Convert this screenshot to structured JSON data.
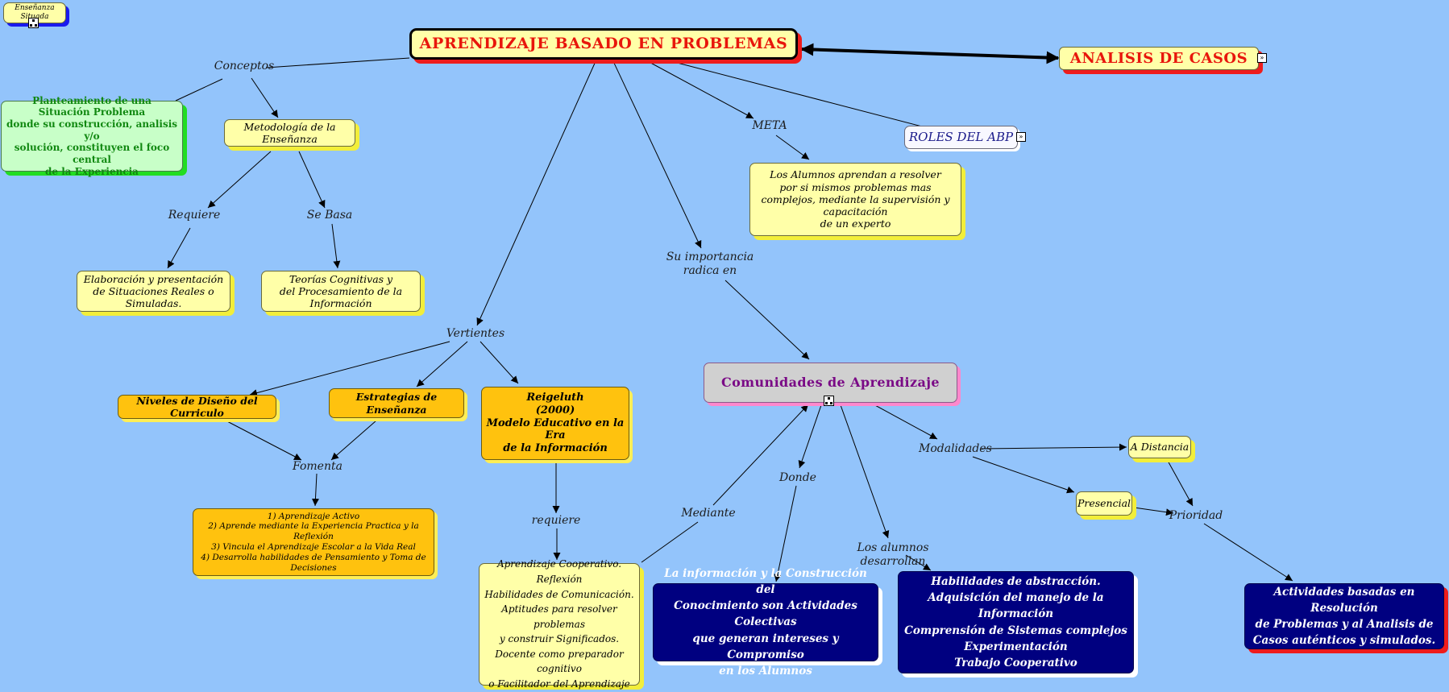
{
  "corner_box": {
    "label": "Enseñanza Situada"
  },
  "title": "APRENDIZAJE BASADO EN PROBLEMAS",
  "case_analysis": "ANALISIS DE CASOS",
  "roles": "ROLES DEL ABP",
  "links": {
    "conceptos": "Conceptos",
    "requiere": "Requiere",
    "se_basa": "Se Basa",
    "meta": "META",
    "su_importancia": "Su importancia\nradica en",
    "vertientes": "Vertientes",
    "fomenta": "Fomenta",
    "requiere2": "requiere",
    "mediante": "Mediante",
    "donde": "Donde",
    "alumnos_desarrollan": "Los alumnos desarrollan",
    "modalidades": "Modalidades",
    "prioridad": "Prioridad"
  },
  "nodes": {
    "planteamiento": "Planteamiento de una\nSituación Problema\ndonde su construcción, analisis y/o\nsolución, constituyen el foco central\nde la Experiencia",
    "metodologia": "Metodología de la Enseñanza",
    "elaboracion": "Elaboración y presentación\nde Situaciones Reales o Simuladas.",
    "teorias": "Teorías Cognitivas y\ndel Procesamiento de la Información",
    "meta_box": "Los Alumnos aprendan a resolver\npor si mismos problemas mas\ncomplejos, mediante la supervisión y capacitación\nde un experto",
    "niveles": "Niveles de Diseño del Curriculo",
    "estrategias": "Estrategias de Enseñanza",
    "reigeluth": "Reigeluth\n(2000)\nModelo Educativo en la Era\nde la Información",
    "fomenta_box": "1) Aprendizaje Activo\n2) Aprende mediante la Experiencia Practica y la Reflexión\n3) Vincula el Aprendizaje Escolar a la Vida Real\n4) Desarrolla habilidades de Pensamiento y Toma de Decisiones",
    "cooperativo": "Aprendizaje Cooperativo.\nReflexión\nHabilidades de Comunicación.\nAptitudes para resolver problemas\ny construir Significados.\nDocente como preparador cognitivo\no Facilitador del Aprendizaje",
    "comunidades": "Comunidades de Aprendizaje",
    "informacion": "La información y la Construcción del\nConocimiento son Actividades Colectivas\nque generan intereses y Compromiso\nen los Alumnos",
    "habilidades": "Habilidades de abstracción.\nAdquisición del manejo de la Información\nComprensión de Sistemas complejos\nExperimentación\nTrabajo Cooperativo",
    "distancia": "A Distancia",
    "presencial": "Presencial",
    "actividades": "Actividades basadas en Resolución\nde Problemas y al Analisis de\nCasos auténticos y simulados."
  },
  "colors": {
    "background": "#93c4fb",
    "title_text": "#e8160c",
    "planteamiento_text": "#118811",
    "comunidades_text": "#7a0a86",
    "roles_text": "#1a1a8a",
    "edge": "#000000"
  }
}
